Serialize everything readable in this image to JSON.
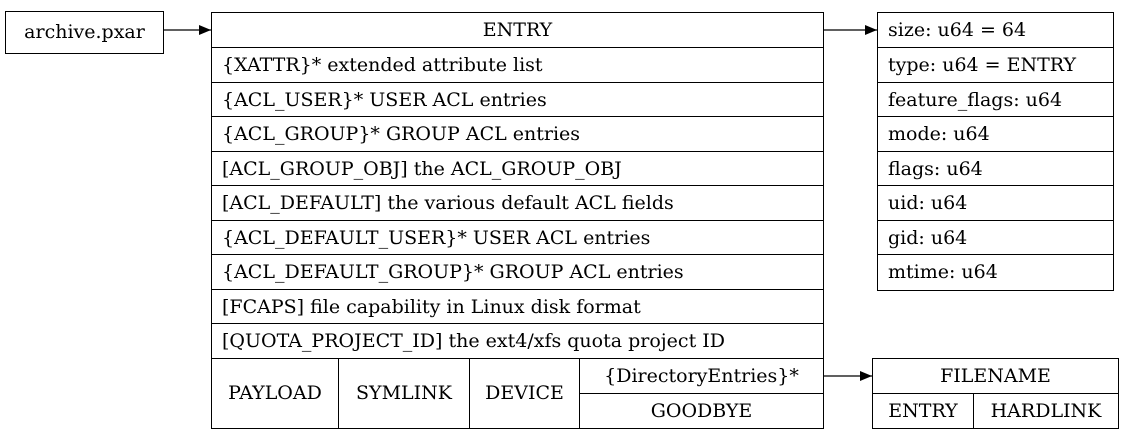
{
  "archive": {
    "label": "archive.pxar"
  },
  "entry": {
    "header": "ENTRY",
    "rows": [
      "{XATTR}* extended attribute list",
      "{ACL_USER}* USER ACL entries",
      "{ACL_GROUP}* GROUP ACL entries",
      "[ACL_GROUP_OBJ] the ACL_GROUP_OBJ",
      "[ACL_DEFAULT] the various default ACL fields",
      "{ACL_DEFAULT_USER}* USER ACL entries",
      "{ACL_DEFAULT_GROUP}* GROUP ACL entries",
      "[FCAPS] file capability in Linux disk format",
      "[QUOTA_PROJECT_ID] the ext4/xfs quota project ID"
    ],
    "payload": "PAYLOAD",
    "symlink": "SYMLINK",
    "device": "DEVICE",
    "directory_entries": "{DirectoryEntries}*",
    "goodbye": "GOODBYE"
  },
  "stat": {
    "fields": [
      "size: u64 = 64",
      "type: u64 = ENTRY",
      "feature_flags: u64",
      "mode: u64",
      "flags: u64",
      "uid: u64",
      "gid: u64",
      "mtime: u64"
    ]
  },
  "filename": {
    "header": "FILENAME",
    "entry": "ENTRY",
    "hardlink": "HARDLINK"
  }
}
